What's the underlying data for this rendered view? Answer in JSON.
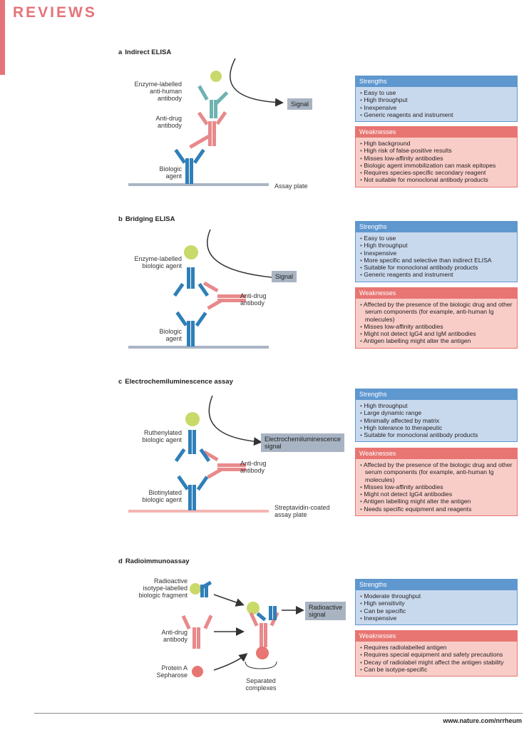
{
  "header": {
    "section": "REVIEWS"
  },
  "panels": [
    {
      "letter": "a",
      "title": "Indirect ELISA",
      "labels": {
        "l1": "Enzyme-labelled\nanti-human\nantibody",
        "l2": "Anti-drug\nantibody",
        "l3": "Biologic\nagent",
        "plate": "Assay plate",
        "signal": "Signal"
      },
      "strengths": [
        "Easy to use",
        "High throughput",
        "Inexpensive",
        "Generic reagents and instrument"
      ],
      "weaknesses": [
        "High background",
        "High risk of false-positive results",
        "Misses low-affinity antibodies",
        "Biologic agent immobilization can mask epitopes",
        "Requires species-specific secondary reagent",
        "Not suitable for monoclonal antibody products"
      ]
    },
    {
      "letter": "b",
      "title": "Bridging ELISA",
      "labels": {
        "l1": "Enzyme-labelled\nbiologic agent",
        "l2": "Anti-drug\nantibody",
        "l3": "Biologic\nagent",
        "signal": "Signal"
      },
      "strengths": [
        "Easy to use",
        "High throughput",
        "Inexpensive",
        "More specific and selective than indirect ELISA",
        "Suitable for monoclonal antibody products",
        "Generic reagents and instrument"
      ],
      "weaknesses": [
        "Affected by the presence of the biologic drug and other serum components (for example, anti-human Ig molecules)",
        "Misses low-affinity antibodies",
        "Might not detect IgG4 and IgM antibodies",
        "Antigen labelling might alter the antigen"
      ]
    },
    {
      "letter": "c",
      "title": "Electrochemiluminescence assay",
      "labels": {
        "l1": "Ruthenylated\nbiologic agent",
        "l2": "Anti-drug\nantibody",
        "l3": "Biotinylated\nbiologic agent",
        "plate": "Streptavidin-coated\nassay plate",
        "signal": "Electrochemiluminescence\nsignal"
      },
      "strengths": [
        "High throughput",
        "Large dynamic range",
        "Minimally affected by matrix",
        "High tolerance to therapeutic",
        "Suitable for monoclonal antibody products"
      ],
      "weaknesses": [
        "Affected by the presence of the biologic drug and other serum components (for example, anti-human Ig molecules)",
        "Misses low-affinity antibodies",
        "Might not detect IgG4 antibodies",
        "Antigen labelling might alter the antigen",
        "Needs specific equipment and reagents"
      ]
    },
    {
      "letter": "d",
      "title": "Radioimmunoassay",
      "labels": {
        "l1": "Radioactive\nisotype-labelled\nbiologic fragment",
        "l2": "Anti-drug\nantibody",
        "l3": "Protein A\nSepharose",
        "sep": "Separated\ncomplexes",
        "signal": "Radioactive\nsignal"
      },
      "strengths": [
        "Moderate throughput",
        "High sensitivity",
        "Can be specific",
        "Inexpensive"
      ],
      "weaknesses": [
        "Requires radiolabelled antigen",
        "Requires special equipment and safety precautions",
        "Decay of radiolabel might affect the antigen stability",
        "Can be isotype-specific"
      ]
    }
  ],
  "box_headers": {
    "strengths": "Strengths",
    "weaknesses": "Weaknesses"
  },
  "footer": {
    "url": "www.nature.com/nrrheum"
  },
  "colors": {
    "accent": "#e5737a",
    "strength": "#5f97cf",
    "weakness": "#e87572",
    "antibody_blue": "#2f7fb8",
    "antibody_teal": "#6fb3b0",
    "antibody_pink": "#e8898b",
    "label_yellow": "#c9d96a"
  }
}
